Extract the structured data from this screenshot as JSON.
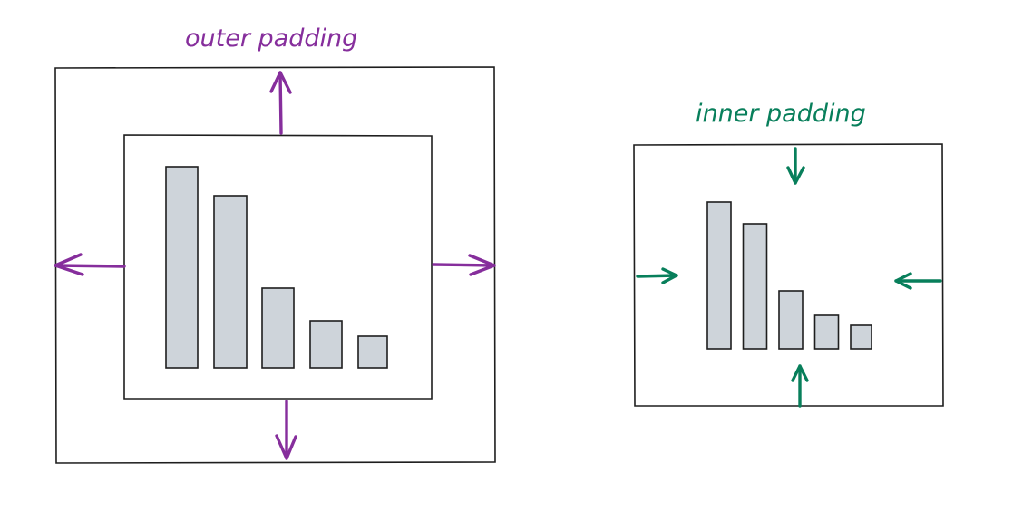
{
  "diagrams": {
    "outer": {
      "label": "outer padding",
      "color": "#862e9c",
      "bar_values": [
        222,
        190,
        88,
        52,
        35
      ]
    },
    "inner": {
      "label": "inner padding",
      "color": "#087f5b",
      "bar_values": [
        162,
        138,
        64,
        37,
        26
      ]
    }
  },
  "colors": {
    "stroke": "#1e1e1e",
    "bar_fill": "#ced4da",
    "background": "#ffffff"
  }
}
